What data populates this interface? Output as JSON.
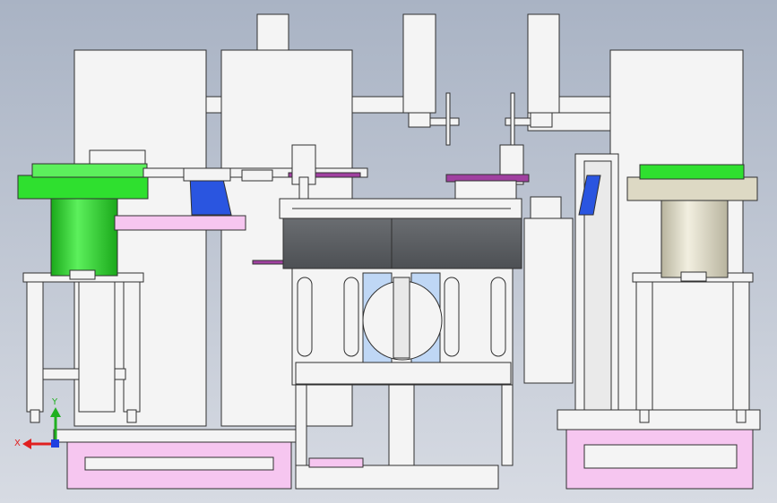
{
  "scene": {
    "kind": "CAD assembly front view",
    "colors": {
      "background_top": "#a9b3c4",
      "background_bottom": "#d7dbe3",
      "part_white": "#f4f4f4",
      "outline": "#303030",
      "green": "#2fe02f",
      "green_dark": "#1aa81a",
      "pink": "#f6c6f0",
      "blue": "#2a55e0",
      "window_blue": "#bfd7f5",
      "dark_panel": "#5c5f63",
      "beige": "#ddd9c4",
      "purple": "#a040a0",
      "axis_red": "#e02020",
      "axis_green": "#20b020",
      "axis_blue": "#2040e0"
    }
  },
  "axis_triad": {
    "x_label": "X",
    "y_label": "Y"
  }
}
